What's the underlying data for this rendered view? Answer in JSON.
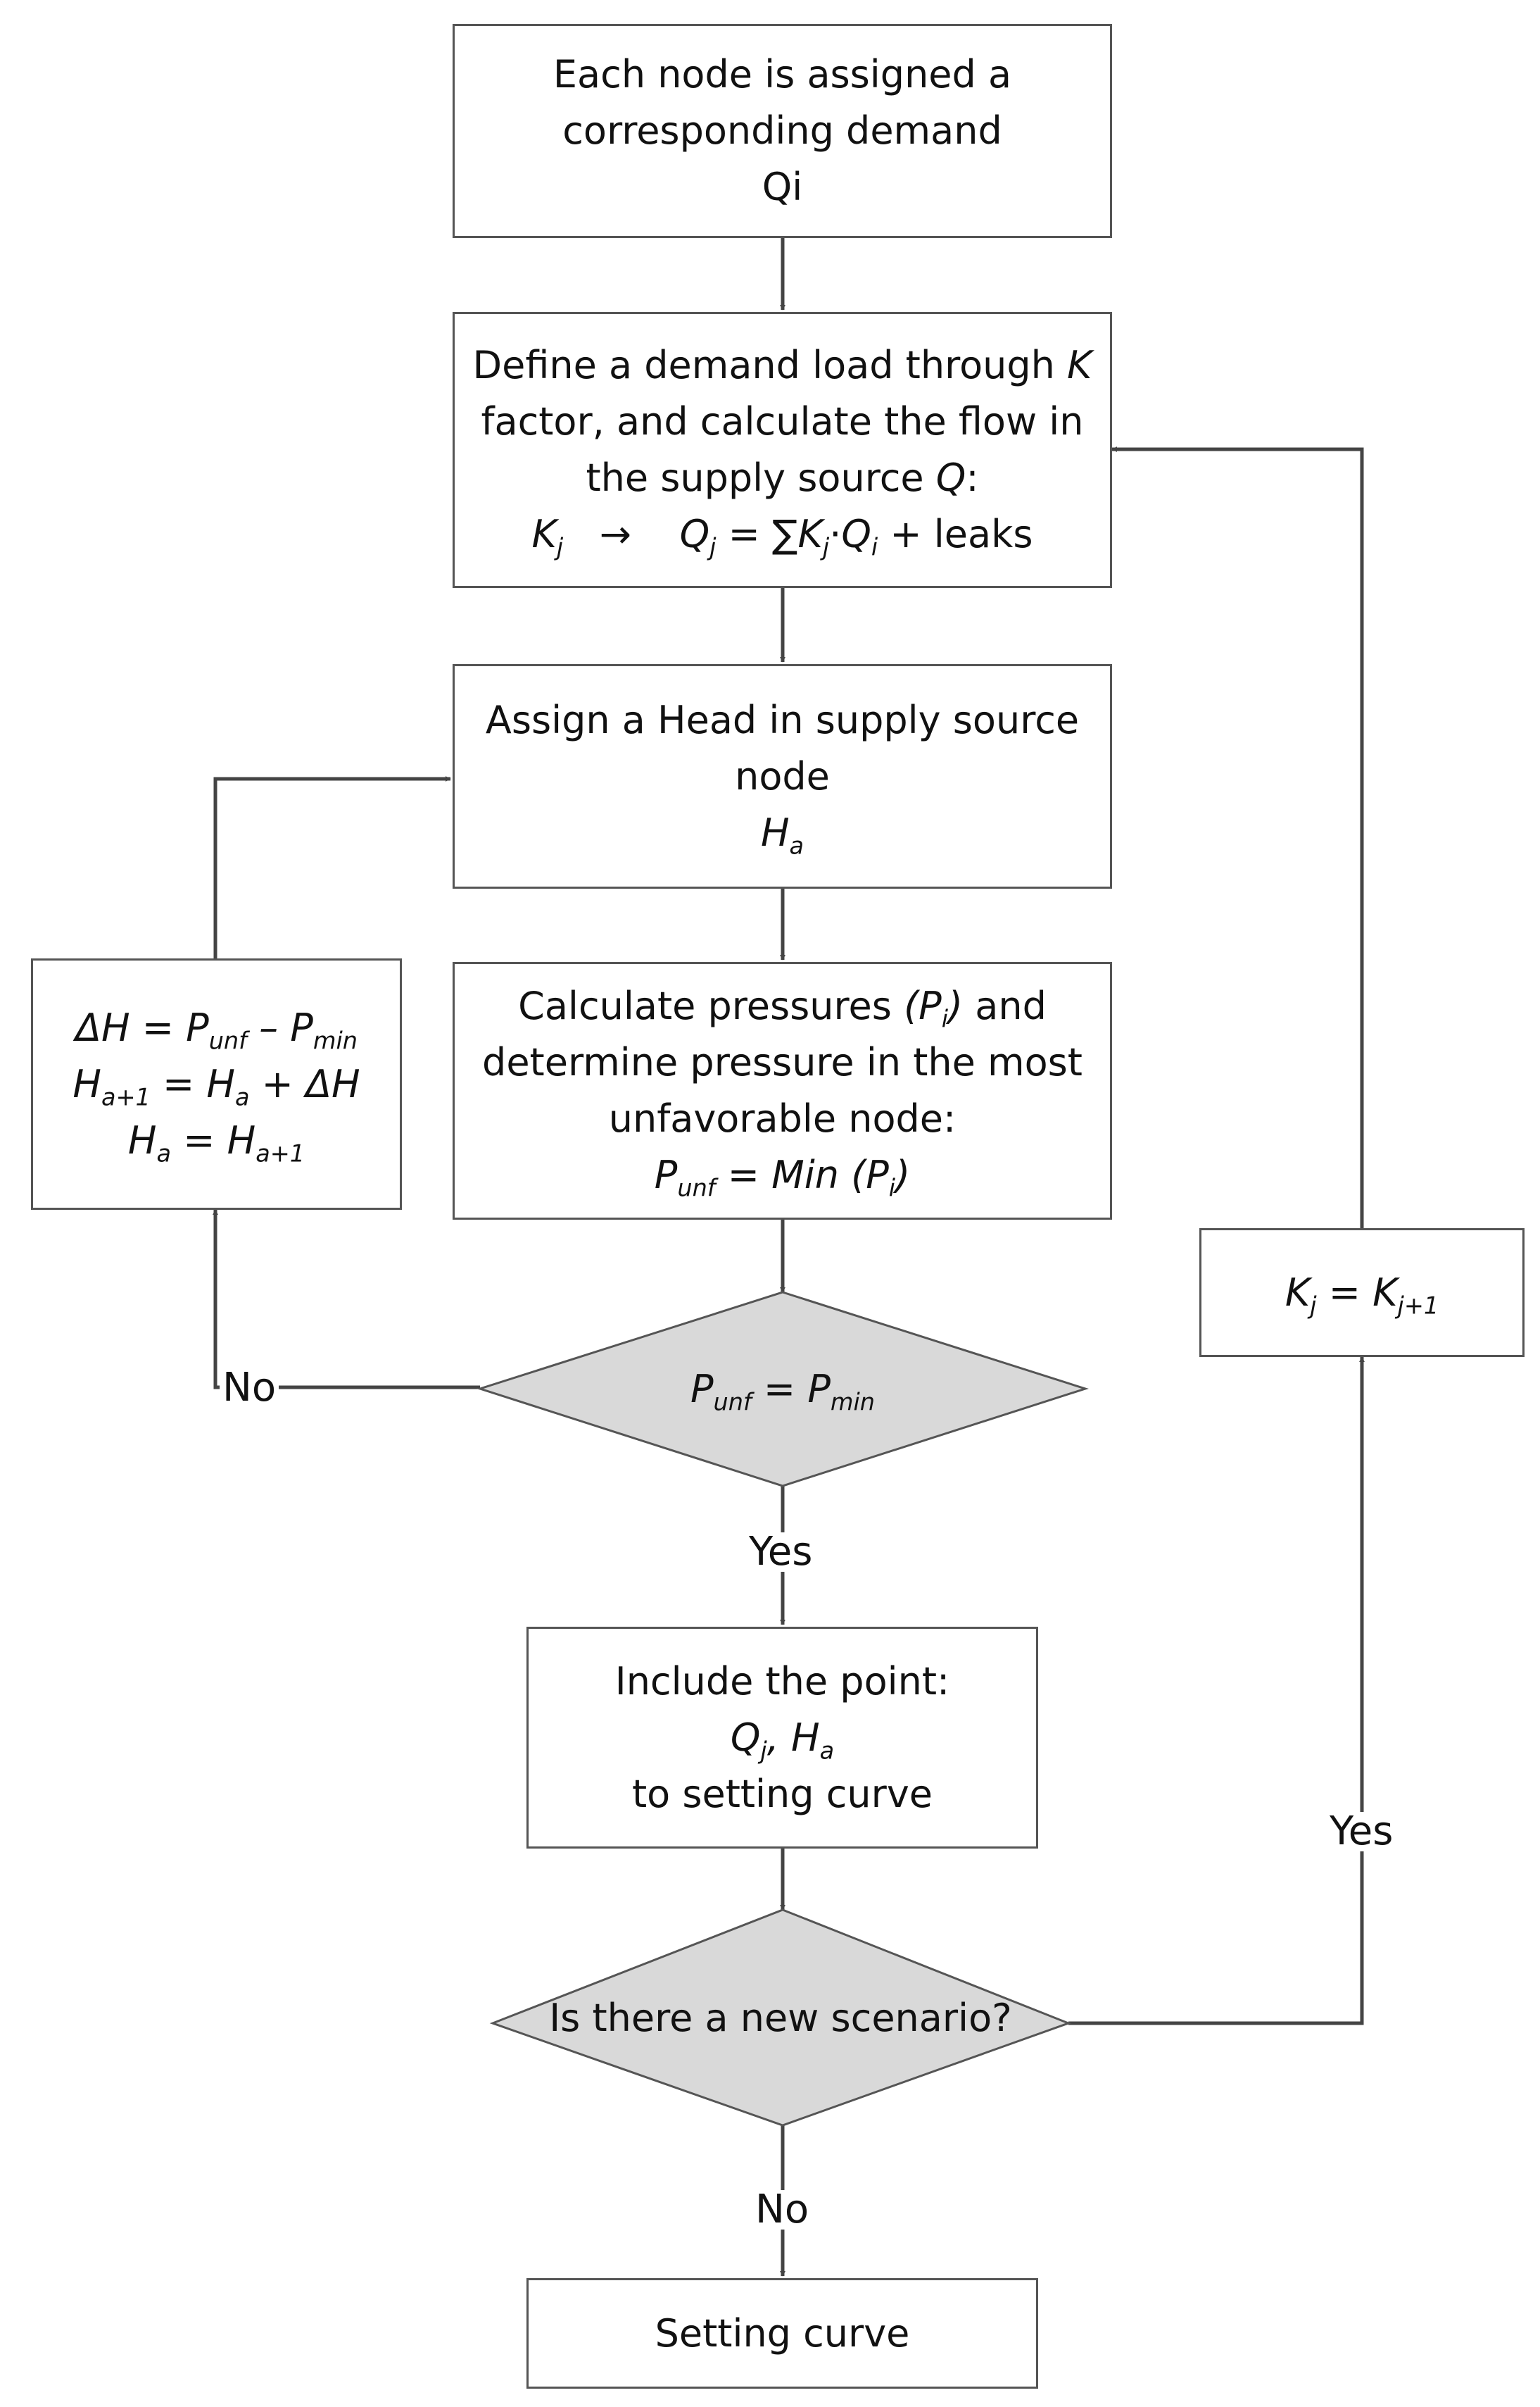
{
  "nodes": {
    "assign_demand": {
      "line1": "Each node is assigned a",
      "line2": "corresponding demand",
      "line3": "Qi"
    },
    "demand_load": {
      "line1": "Define a demand load through",
      "line1_var": "K",
      "line2": "factor, and calculate the flow in",
      "line3": "the supply source",
      "line3_var": "Q",
      "line3_end": ":",
      "formula": {
        "k": "K",
        "k_sub": "j",
        "arrow": "→",
        "q": "Q",
        "q_sub": "j",
        "eq": " = ∑",
        "k2": "K",
        "k2_sub": "j",
        "dot": "·",
        "q2": "Q",
        "q2_sub": "i",
        "tail": " + leaks"
      }
    },
    "assign_head": {
      "line1": "Assign a Head in supply source",
      "line2": "node",
      "h": "H",
      "h_sub": "a"
    },
    "calc_pressures": {
      "line1_a": "Calculate pressures ",
      "p": "(P",
      "p_sub": "i",
      "p_close": ")",
      "line1_b": " and",
      "line2": "determine pressure in the most",
      "line3": "unfavorable node:",
      "f_p": "P",
      "f_p_sub": "unf",
      "f_eq": " = Min (P",
      "f_sub": "i",
      "f_close": ")"
    },
    "update_head": {
      "l1_a": "ΔH = P",
      "l1_sub1": "unf",
      "l1_b": " – P",
      "l1_sub2": "min",
      "l2_a": "H",
      "l2_sub1": "a+1",
      "l2_b": " = H",
      "l2_sub2": "a",
      "l2_c": " + ΔH",
      "l3_a": "H",
      "l3_sub1": "a",
      "l3_b": " = H",
      "l3_sub2": "a+1"
    },
    "check_pressure": {
      "p": "P",
      "p_sub": "unf",
      "eq": " = P",
      "p2_sub": "min"
    },
    "include_point": {
      "line1": "Include the point:",
      "q": "Q",
      "q_sub": "j",
      "sep": ", H",
      "h_sub": "a",
      "line3": "to setting curve"
    },
    "new_scenario": {
      "text": "Is there a new scenario?"
    },
    "update_k": {
      "k": "K",
      "k_sub": "j",
      "eq": " = K",
      "k2_sub": "j+1"
    },
    "setting_curve": {
      "text": "Setting curve"
    }
  },
  "edge_labels": {
    "no_pressure": "No",
    "yes_pressure": "Yes",
    "yes_scenario": "Yes",
    "no_scenario": "No"
  },
  "colors": {
    "stroke": "#555555",
    "arrow": "#444444",
    "decision_fill": "#d9d9d9",
    "box_fill": "#ffffff"
  }
}
